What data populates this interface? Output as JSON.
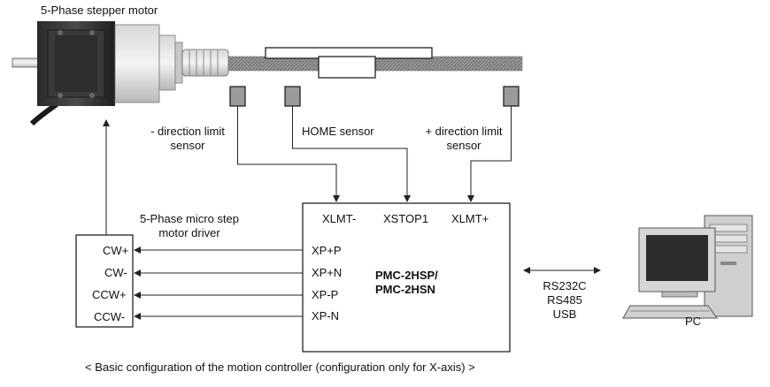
{
  "motor": {
    "label": "5-Phase stepper motor"
  },
  "sensors": {
    "minus_line1": "- direction limit",
    "minus_line2": "sensor",
    "home": "HOME sensor",
    "plus_line1": "+ direction limit",
    "plus_line2": "sensor"
  },
  "driver": {
    "label_line1": "5-Phase micro step",
    "label_line2": "motor driver",
    "terminals": [
      "CW+",
      "CW-",
      "CCW+",
      "CCW-"
    ]
  },
  "controller": {
    "inputs": [
      "XLMT-",
      "XSTOP1",
      "XLMT+"
    ],
    "outputs": [
      "XP+P",
      "XP+N",
      "XP-P",
      "XP-N"
    ],
    "name_line1": "PMC-2HSP/",
    "name_line2": "PMC-2HSN"
  },
  "link": {
    "protocols": [
      "RS232C",
      "RS485",
      "USB"
    ]
  },
  "pc": {
    "label": "PC"
  },
  "caption": "< Basic configuration of the motion controller (configuration only for X-axis) >"
}
